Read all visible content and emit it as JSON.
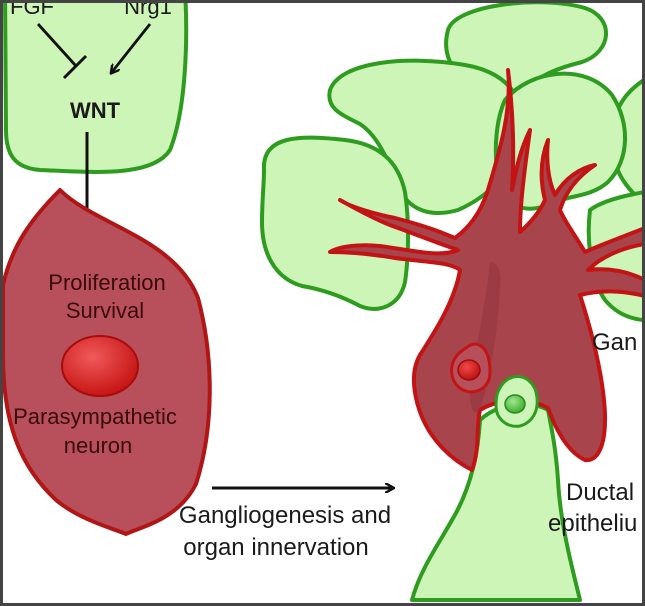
{
  "labels": {
    "top_left_partial": "FGF",
    "top_right_partial": "Nrg1",
    "wnt": "WNT",
    "proliferation": "Proliferation",
    "survival": "Survival",
    "parasympathetic": "Parasympathetic",
    "neuron": "neuron",
    "gangliogenesis": "Gangliogenesis and",
    "organ_innervation": "organ innervation",
    "ganglion_partial": "Gan",
    "ductal_partial": "Ductal",
    "epithelium_partial": "epitheliu"
  },
  "colors": {
    "epithelium_fill": "#cdf5b8",
    "epithelium_stroke": "#2e9c1f",
    "neuron_fill": "#b8505c",
    "neuron_stroke": "#b01616",
    "nucleus_fill": "#d81a1a",
    "nerve_fill": "#a8444c",
    "nerve_stroke": "#c21414",
    "arrow": "#111111",
    "frame": "#444444"
  }
}
